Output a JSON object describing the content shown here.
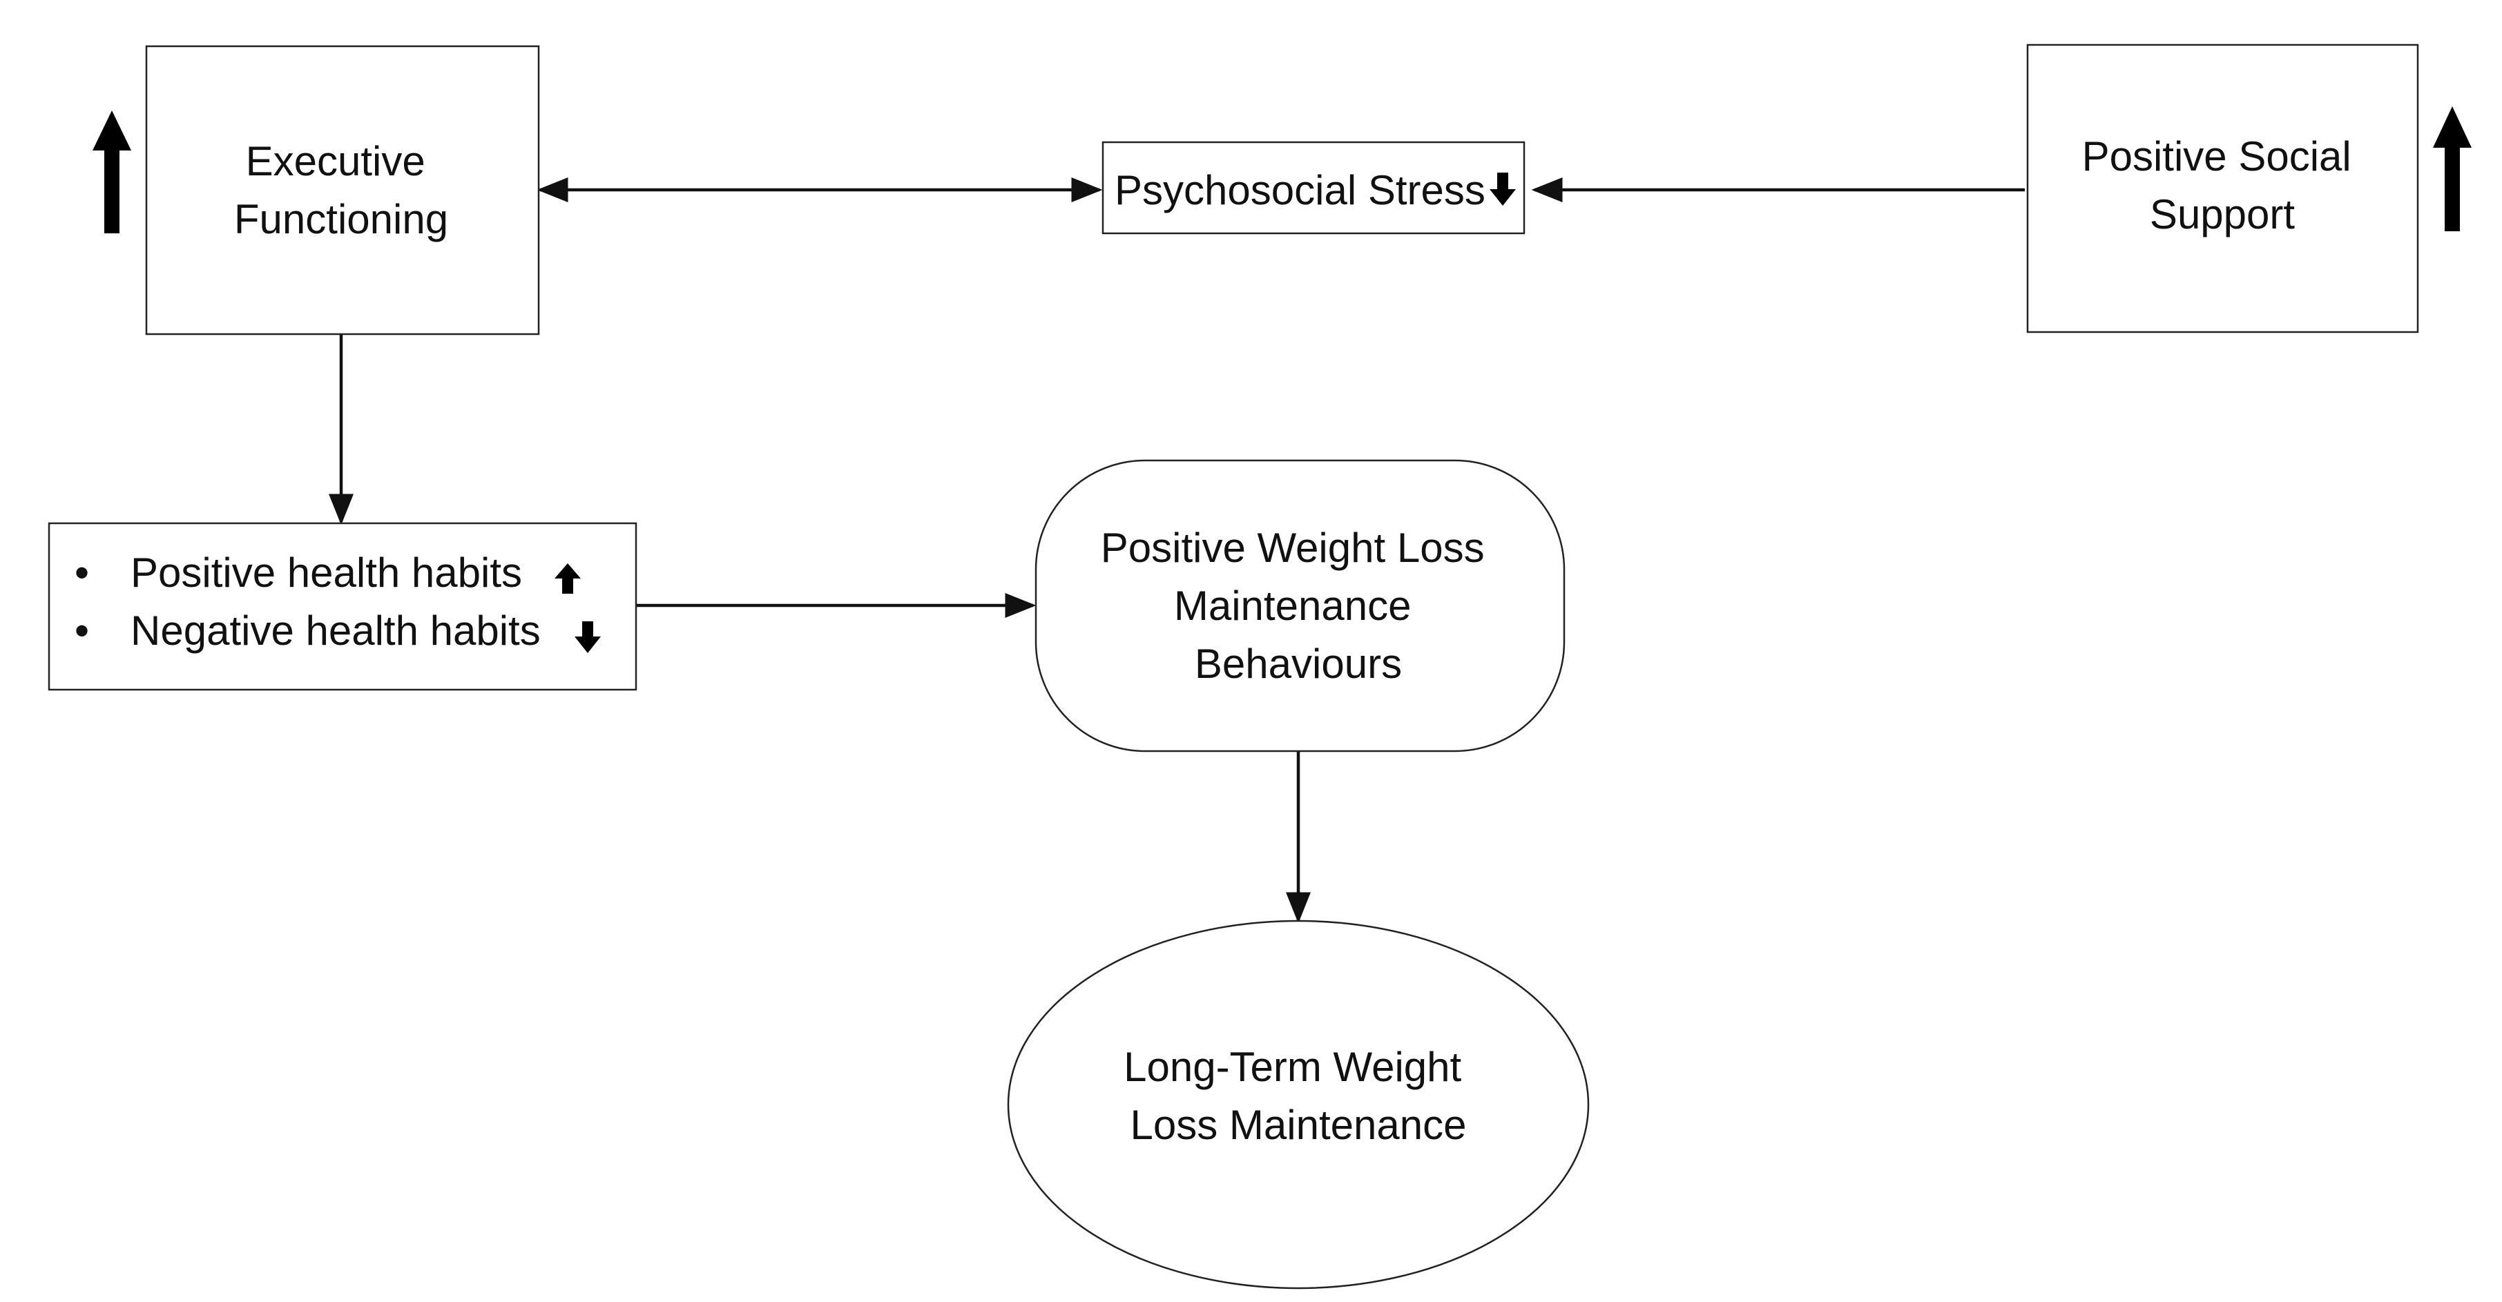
{
  "nodes": {
    "executive_functioning": {
      "lines": [
        "Executive",
        "Functioning"
      ],
      "trend": "up"
    },
    "psychosocial_stress": {
      "text": "Psychosocial Stress",
      "trend": "down"
    },
    "positive_social_support": {
      "lines": [
        "Positive Social",
        "Support"
      ],
      "trend": "up"
    },
    "health_habits": {
      "items": [
        {
          "bullet": "•",
          "text": "Positive health habits",
          "trend": "up"
        },
        {
          "bullet": "•",
          "text": "Negative health habits",
          "trend": "down"
        }
      ]
    },
    "positive_wlm_behaviours": {
      "lines": [
        "Positive Weight Loss",
        "Maintenance",
        "Behaviours"
      ]
    },
    "long_term_wlm": {
      "lines": [
        "Long-Term Weight",
        "Loss Maintenance"
      ]
    }
  },
  "edges": [
    {
      "from": "executive_functioning",
      "to": "psychosocial_stress",
      "direction": "both"
    },
    {
      "from": "positive_social_support",
      "to": "psychosocial_stress",
      "direction": "forward"
    },
    {
      "from": "executive_functioning",
      "to": "health_habits",
      "direction": "forward"
    },
    {
      "from": "health_habits",
      "to": "positive_wlm_behaviours",
      "direction": "forward"
    },
    {
      "from": "positive_wlm_behaviours",
      "to": "long_term_wlm",
      "direction": "forward"
    }
  ]
}
